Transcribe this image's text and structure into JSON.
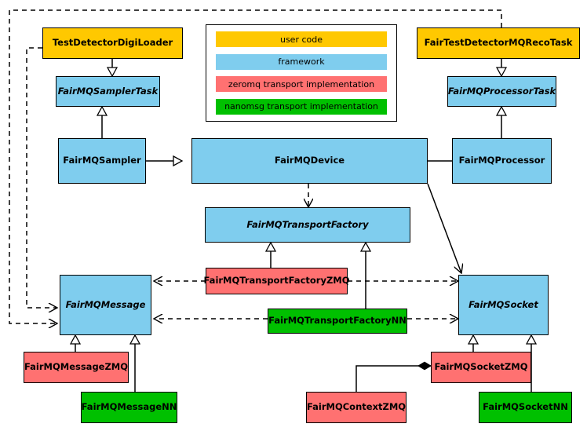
{
  "diagram": {
    "title": "FairMQ class diagram",
    "type": "uml-class-diagram",
    "background": "#ffffff"
  },
  "colors": {
    "user_code": "#FFC800",
    "framework": "#7FCDEE",
    "zeromq": "#FF7171",
    "nanomsg": "#00C000",
    "line": "#000000"
  },
  "legend": {
    "items": [
      {
        "label": "user code",
        "color": "#FFC800"
      },
      {
        "label": "framework",
        "color": "#7FCDEE"
      },
      {
        "label": "zeromq transport implementation",
        "color": "#FF7171"
      },
      {
        "label": "nanomsg transport implementation",
        "color": "#00C000"
      }
    ]
  },
  "nodes": {
    "test_detector_digi_loader": {
      "label": "TestDetectorDigiLoader",
      "category": "user code",
      "abstract": false
    },
    "fair_mq_sampler_task": {
      "label": "FairMQSamplerTask",
      "category": "framework",
      "abstract": true
    },
    "fair_mq_sampler": {
      "label": "FairMQSampler",
      "category": "framework",
      "abstract": false
    },
    "fair_mq_device": {
      "label": "FairMQDevice",
      "category": "framework",
      "abstract": false
    },
    "fair_test_detector_mq_reco_task": {
      "label": "FairTestDetectorMQRecoTask",
      "category": "user code",
      "abstract": false
    },
    "fair_mq_processor_task": {
      "label": "FairMQProcessorTask",
      "category": "framework",
      "abstract": true
    },
    "fair_mq_processor": {
      "label": "FairMQProcessor",
      "category": "framework",
      "abstract": false
    },
    "fair_mq_transport_factory": {
      "label": "FairMQTransportFactory",
      "category": "framework",
      "abstract": true
    },
    "fair_mq_transport_factory_zmq": {
      "label": "FairMQTransportFactoryZMQ",
      "category": "zeromq",
      "abstract": false
    },
    "fair_mq_transport_factory_nn": {
      "label": "FairMQTransportFactoryNN",
      "category": "nanomsg",
      "abstract": false
    },
    "fair_mq_message": {
      "label": "FairMQMessage",
      "category": "framework",
      "abstract": true
    },
    "fair_mq_socket": {
      "label": "FairMQSocket",
      "category": "framework",
      "abstract": true
    },
    "fair_mq_message_zmq": {
      "label": "FairMQMessageZMQ",
      "category": "zeromq",
      "abstract": false
    },
    "fair_mq_message_nn": {
      "label": "FairMQMessageNN",
      "category": "nanomsg",
      "abstract": false
    },
    "fair_mq_socket_zmq": {
      "label": "FairMQSocketZMQ",
      "category": "zeromq",
      "abstract": false
    },
    "fair_mq_socket_nn": {
      "label": "FairMQSocketNN",
      "category": "nanomsg",
      "abstract": false
    },
    "fair_mq_context_zmq": {
      "label": "FairMQContextZMQ",
      "category": "zeromq",
      "abstract": false
    }
  },
  "relations": [
    {
      "from": "TestDetectorDigiLoader",
      "to": "FairMQSamplerTask",
      "type": "generalization"
    },
    {
      "from": "FairMQSampler",
      "to": "FairMQSamplerTask",
      "type": "generalization"
    },
    {
      "from": "FairMQSampler",
      "to": "FairMQDevice",
      "type": "generalization"
    },
    {
      "from": "FairTestDetectorMQRecoTask",
      "to": "FairMQProcessorTask",
      "type": "generalization"
    },
    {
      "from": "FairMQProcessor",
      "to": "FairMQProcessorTask",
      "type": "generalization"
    },
    {
      "from": "FairMQProcessor",
      "to": "FairMQDevice",
      "type": "generalization"
    },
    {
      "from": "FairMQDevice",
      "to": "FairMQTransportFactory",
      "type": "dependency"
    },
    {
      "from": "FairMQDevice",
      "to": "FairMQSocket",
      "type": "association"
    },
    {
      "from": "FairMQTransportFactoryZMQ",
      "to": "FairMQTransportFactory",
      "type": "generalization"
    },
    {
      "from": "FairMQTransportFactoryNN",
      "to": "FairMQTransportFactory",
      "type": "generalization"
    },
    {
      "from": "FairMQTransportFactoryZMQ",
      "to": "FairMQMessage",
      "type": "dependency"
    },
    {
      "from": "FairMQTransportFactoryZMQ",
      "to": "FairMQSocket",
      "type": "dependency"
    },
    {
      "from": "FairMQTransportFactoryNN",
      "to": "FairMQMessage",
      "type": "dependency"
    },
    {
      "from": "FairMQTransportFactoryNN",
      "to": "FairMQSocket",
      "type": "dependency"
    },
    {
      "from": "TestDetectorDigiLoader",
      "to": "FairMQMessage",
      "type": "dependency"
    },
    {
      "from": "FairTestDetectorMQRecoTask",
      "to": "FairMQMessage",
      "type": "dependency"
    },
    {
      "from": "FairMQMessageZMQ",
      "to": "FairMQMessage",
      "type": "generalization"
    },
    {
      "from": "FairMQMessageNN",
      "to": "FairMQMessage",
      "type": "generalization"
    },
    {
      "from": "FairMQSocketZMQ",
      "to": "FairMQSocket",
      "type": "generalization"
    },
    {
      "from": "FairMQSocketNN",
      "to": "FairMQSocket",
      "type": "generalization"
    },
    {
      "from": "FairMQContextZMQ",
      "to": "FairMQSocketZMQ",
      "type": "composition"
    }
  ]
}
